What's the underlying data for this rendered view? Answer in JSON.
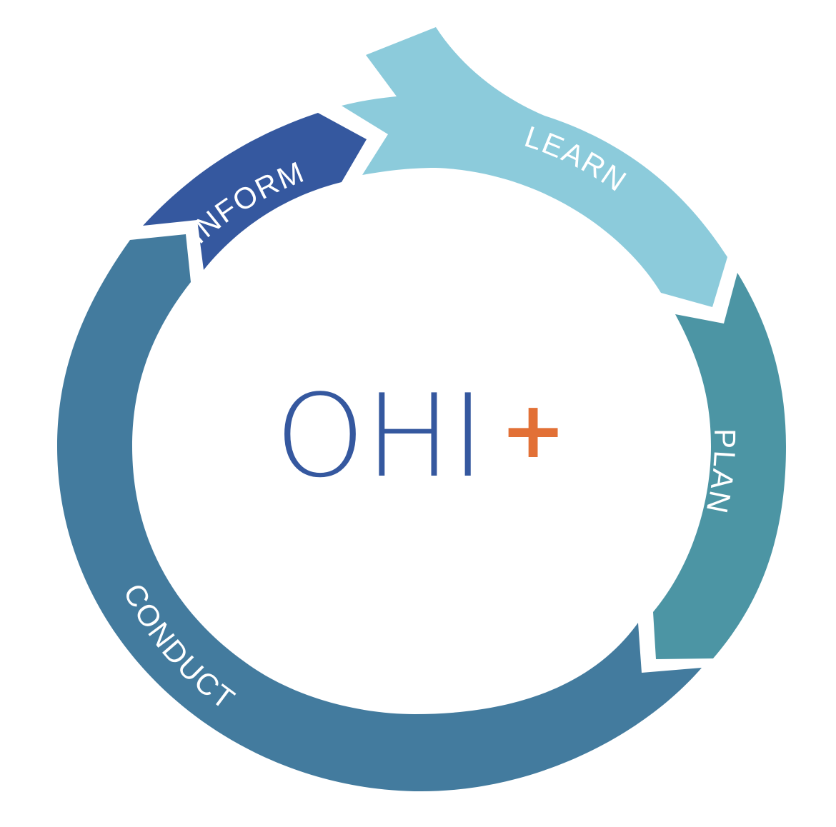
{
  "colors": {
    "inform": "#35589f",
    "learn": "#8ccbdb",
    "plan": "#4c95a4",
    "conduct": "#437b9e",
    "logo_main": "#35589f",
    "logo_plus": "#e27036",
    "background": "#ffffff"
  },
  "segments": {
    "inform": "INFORM",
    "learn": "LEARN",
    "plan": "PLAN",
    "conduct": "CONDUCT"
  },
  "logo": {
    "main": "OHI",
    "plus": "+"
  }
}
